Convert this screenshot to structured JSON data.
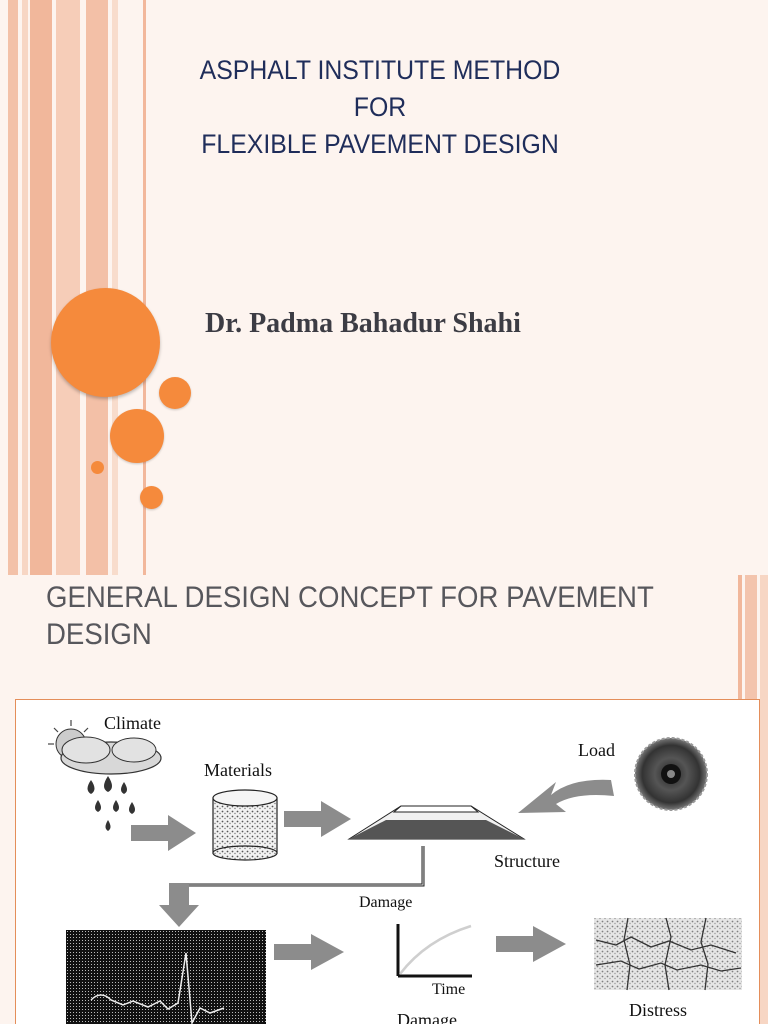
{
  "slide1": {
    "title_lines": [
      "ASPHALT INSTITUTE METHOD",
      "FOR",
      "FLEXIBLE PAVEMENT DESIGN"
    ],
    "author": "Dr. Padma Bahadur Shahi",
    "accent_color": "#f58a3c",
    "title_color": "#1f2d5a"
  },
  "slide2": {
    "title": "GENERAL DESIGN CONCEPT FOR PAVEMENT DESIGN",
    "diagram": {
      "labels": {
        "climate": "Climate",
        "materials": "Materials",
        "load": "Load",
        "structure": "Structure",
        "damage": "Damage",
        "time": "Time",
        "distress": "Distress",
        "damage_bottom": "Damage"
      },
      "icons": [
        "climate-icon",
        "materials-cylinder-icon",
        "load-wheel-icon",
        "structure-layers-icon",
        "stress-graph-icon",
        "damage-curve-icon",
        "distress-cracks-icon"
      ]
    }
  }
}
